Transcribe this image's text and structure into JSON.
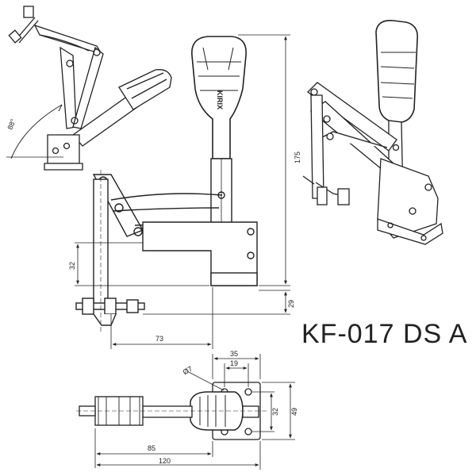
{
  "title": "KF-017 DS A",
  "dimensions": {
    "height_total": "175",
    "spindle_offset": "32",
    "base_offset": "29",
    "reach": "73",
    "hole_spacing": "35",
    "hole_inner": "19",
    "hole_dia": "Ø7",
    "base_width_inner": "32",
    "base_width": "49",
    "reach_plan": "85",
    "length_total": "120",
    "open_angle": "88°"
  },
  "brand_text": "KIRIX"
}
